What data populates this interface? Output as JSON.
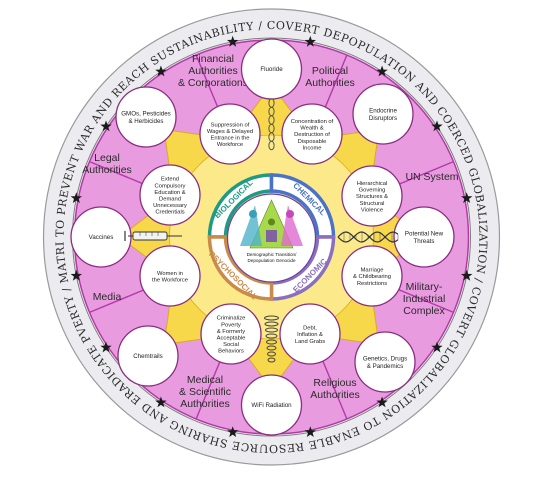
{
  "ring_text": "TO PREVENT WAR AND REACH SUSTAINABILITY / COVERT DEPOPULATION AND COERCED GLOBALIZATION / COVERT GLOBALIZATION TO ENABLE RESOURCE SHARING AND ERADICATE PVERTY / MATRIX OF GLOBAL CONTROL / COVERT DEPOPULATION",
  "segments": [
    {
      "id": "financial",
      "lines": [
        "Financial",
        "Authorities",
        "& Corporations"
      ]
    },
    {
      "id": "political",
      "lines": [
        "Political",
        "Authorities"
      ]
    },
    {
      "id": "un",
      "lines": [
        "UN System"
      ]
    },
    {
      "id": "military",
      "lines": [
        "Military-",
        "Industrial",
        "Complex"
      ]
    },
    {
      "id": "religious",
      "lines": [
        "Religious",
        "Authorities"
      ]
    },
    {
      "id": "medical",
      "lines": [
        "Medical",
        "& Scientific",
        "Authorities"
      ]
    },
    {
      "id": "media",
      "lines": [
        "Media"
      ]
    },
    {
      "id": "legal",
      "lines": [
        "Legal",
        "Authorities"
      ]
    }
  ],
  "outer_nodes": [
    {
      "id": "fluoride",
      "lines": [
        "Fluoride"
      ]
    },
    {
      "id": "endocrine",
      "lines": [
        "Endocrine",
        "Disruptors"
      ]
    },
    {
      "id": "threats",
      "lines": [
        "Potential New",
        "Threats"
      ]
    },
    {
      "id": "genetics",
      "lines": [
        "Genetics, Drugs",
        "& Pandemics"
      ]
    },
    {
      "id": "wifi",
      "lines": [
        "WiFi Radiation"
      ]
    },
    {
      "id": "chemtrails",
      "lines": [
        "Chemtrails"
      ]
    },
    {
      "id": "vaccines",
      "lines": [
        "Vaccines"
      ]
    },
    {
      "id": "gmos",
      "lines": [
        "GMOs, Pesticides",
        "& Herbicides"
      ]
    }
  ],
  "inner_nodes": [
    {
      "id": "wages",
      "lines": [
        "Suppression of",
        "Wages & Delayed",
        "Entrance in the",
        "Workforce"
      ]
    },
    {
      "id": "wealth",
      "lines": [
        "Concentration of",
        "Wealth &",
        "Destruction of",
        "Disposable",
        "Income"
      ]
    },
    {
      "id": "hierarchical",
      "lines": [
        "Hierarchical",
        "Governing",
        "Structures &",
        "Structural",
        "Violence"
      ]
    },
    {
      "id": "marriage",
      "lines": [
        "Marriage",
        "& Childbearing",
        "Restrictions"
      ]
    },
    {
      "id": "debt",
      "lines": [
        "Debt,",
        "Inflation &",
        "Land Grabs"
      ]
    },
    {
      "id": "poverty",
      "lines": [
        "Criminalize",
        "Poverty",
        "& Formerly",
        "Acceptable",
        "Social",
        "Behaviors"
      ]
    },
    {
      "id": "women",
      "lines": [
        "Women in",
        "the Workforce"
      ]
    },
    {
      "id": "education",
      "lines": [
        "Extend",
        "Compulsory",
        "Education &",
        "Demand",
        "Unnecessary",
        "Credentials"
      ]
    }
  ],
  "quadrants": [
    {
      "id": "biological",
      "label": "BIOLOGICAL",
      "color": "#1f9a84"
    },
    {
      "id": "chemical",
      "label": "CHEMICAL",
      "color": "#4a72c9"
    },
    {
      "id": "economic",
      "label": "ECONOMIC",
      "color": "#8a6fbf"
    },
    {
      "id": "psychosocial",
      "label": "PSYCHOSOCIAL",
      "color": "#c98a4a"
    }
  ],
  "center_label": [
    "Demographic Transition/",
    "Depopulation Genocide"
  ],
  "colors": {
    "outer_ring": "#e8e6ea",
    "pink": "#e99be0",
    "pink_dark": "#c23fb4",
    "yellow": "#f6d84a",
    "yellow_light": "#fbe98a",
    "center_green": "#6fbf3a"
  }
}
